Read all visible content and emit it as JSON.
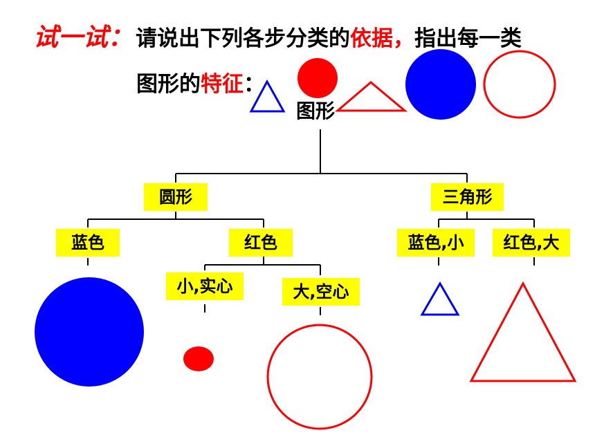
{
  "header": {
    "prefix": "试一试：",
    "text_part1": "请说出下列各步分类的",
    "highlight1": "依据，",
    "text_part2": "指出每一类",
    "line2_text": "图形的",
    "highlight2": "特征",
    "line2_end": "："
  },
  "tree": {
    "root": "图形",
    "level1": [
      {
        "label": "圆形"
      },
      {
        "label": "三角形"
      }
    ],
    "level2": [
      {
        "label": "蓝色"
      },
      {
        "label": "红色"
      },
      {
        "label": "蓝色,小"
      },
      {
        "label": "红色,大"
      }
    ],
    "level3": [
      {
        "label": "小,实心"
      },
      {
        "label": "大,空心"
      }
    ]
  },
  "colors": {
    "blue": "#0000ff",
    "red": "#ff0000",
    "highlight": "#ffff00",
    "line": "#000000"
  }
}
